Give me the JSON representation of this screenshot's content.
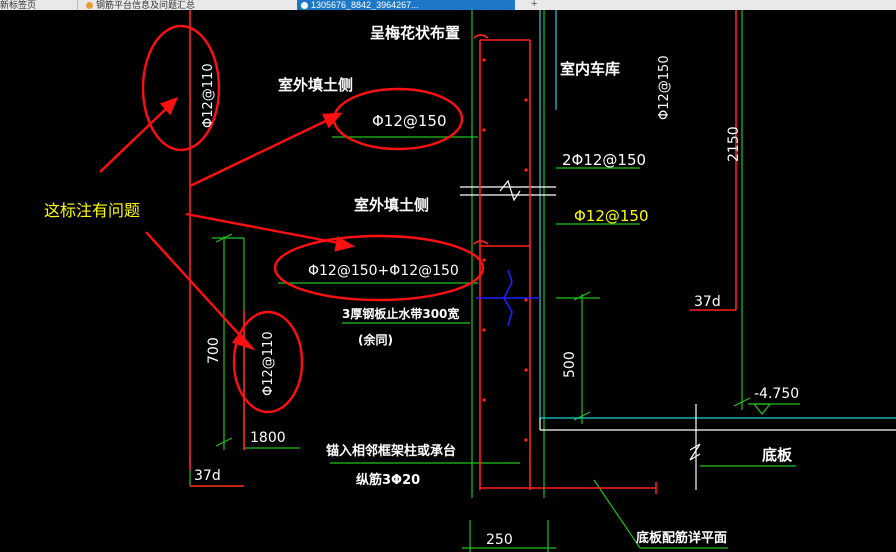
{
  "tabs": [
    {
      "label": "新标签页",
      "active": false
    },
    {
      "label": "钢筋平台信息及问题汇总",
      "active": false
    },
    {
      "label": "1305676_8842_3964267...",
      "active": true
    }
  ],
  "colors": {
    "background": "#000000",
    "red": "#ff2020",
    "green": "#20c020",
    "white": "#ffffff",
    "yellow": "#ffff00",
    "cyan": "#20d0d0",
    "blue": "#2020ff"
  },
  "labels": {
    "arrangement_note": "呈梅花状布置",
    "indoor_garage": "室内车库",
    "outdoor_fill_top": "室外填土侧",
    "outdoor_fill_mid": "室外填土侧",
    "rebar_left_top": "Φ12@110",
    "rebar_outer_1": "Φ12@150",
    "rebar_inner_2": "2Φ12@150",
    "rebar_inner_yellow": "Φ12@150",
    "rebar_combined": "Φ12@150+Φ12@150",
    "rebar_left_bottom": "Φ12@110",
    "rebar_right_top": "Φ12@150",
    "annotation_problem": "这标注有问题",
    "waterstop_line1": "3厚钢板止水带300宽",
    "waterstop_line2": "(余同)",
    "anchor_line1": "锚入相邻框架柱或承台",
    "anchor_line2": "纵筋3Φ20",
    "base_slab": "底板",
    "base_slab_detail": "底板配筋详平面",
    "dim_2150": "2150",
    "dim_37d_right": "37d",
    "dim_700": "700",
    "dim_1800": "1800",
    "dim_37d_left": "37d",
    "dim_500": "500",
    "dim_250": "250",
    "elevation": "-4.750"
  }
}
